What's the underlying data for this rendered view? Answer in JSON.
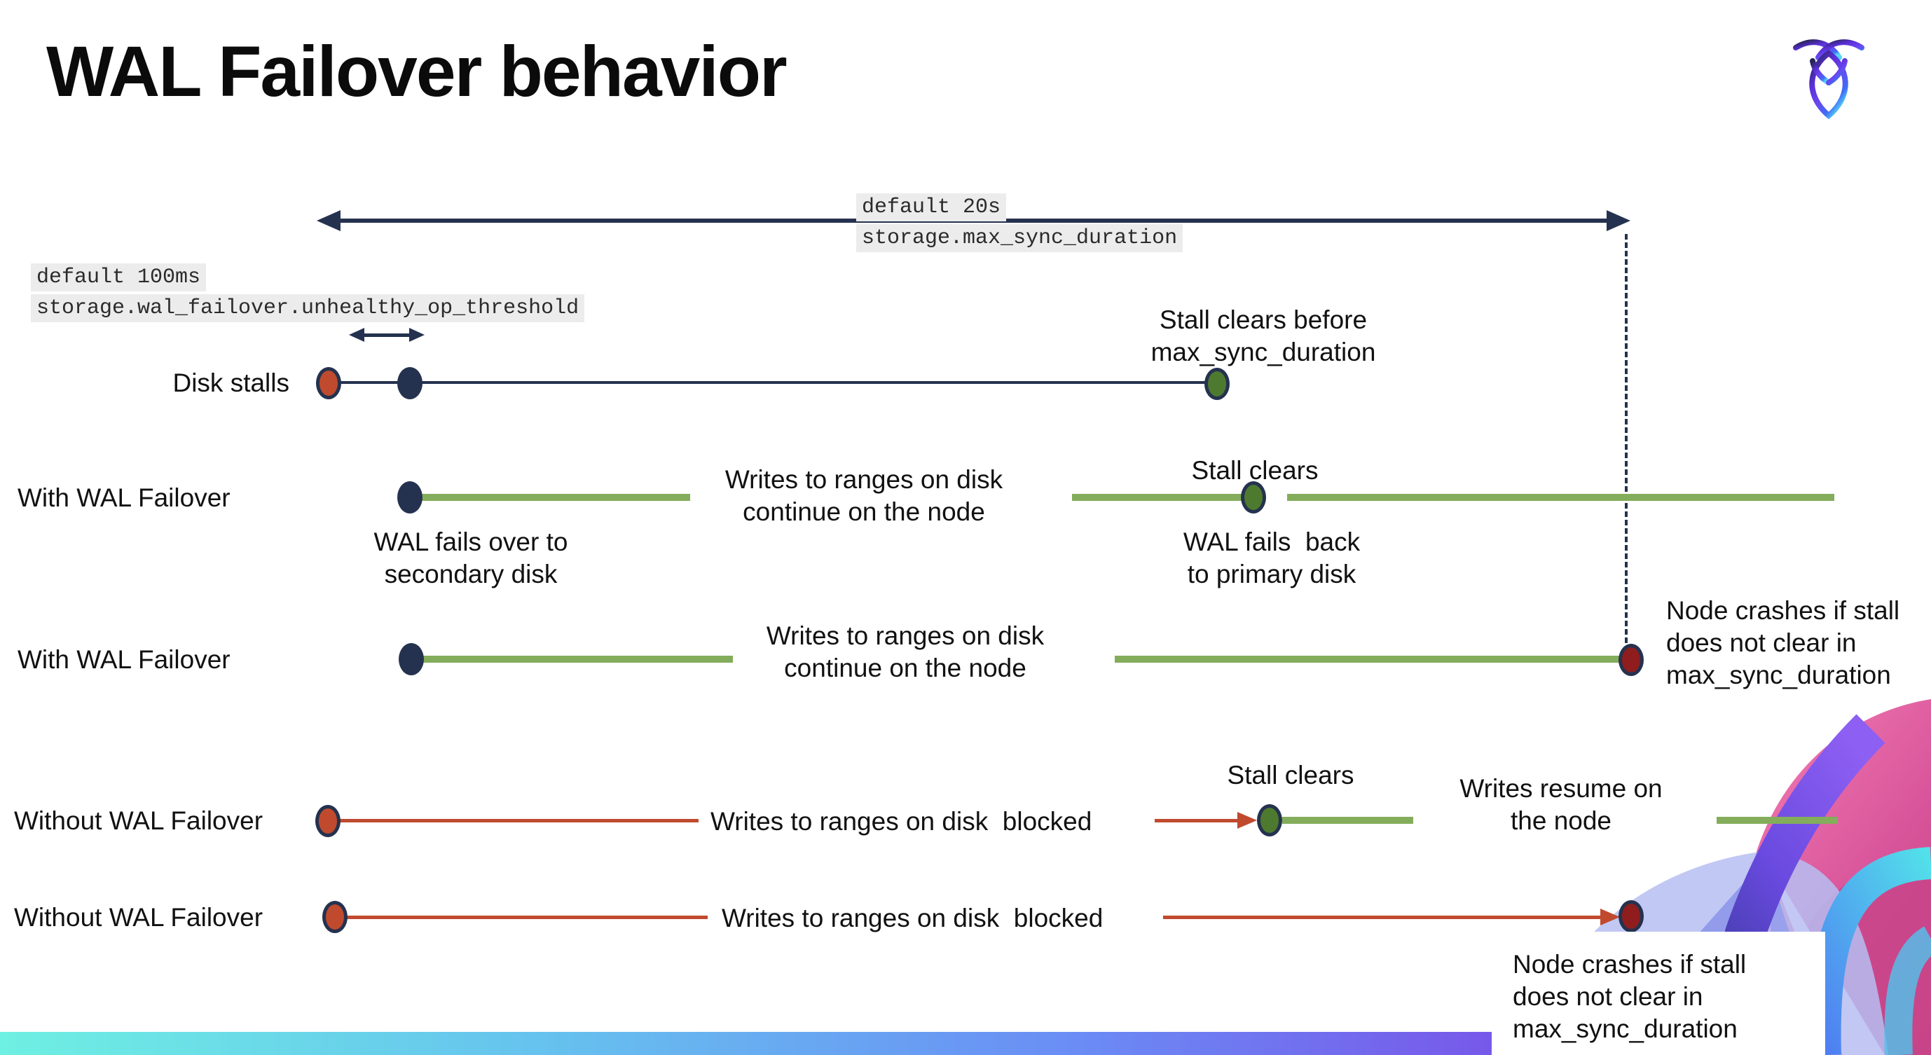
{
  "page": {
    "title": "WAL Failover behavior"
  },
  "brand": {
    "logo": "cockroachdb-logo",
    "decoration": "brand-arc-graphic"
  },
  "colors": {
    "navy": "#25324f",
    "green_line": "#84ad5b",
    "green_dot": "#4e7a2f",
    "red_orange": "#c04a2e",
    "dark_red": "#8f1d1d",
    "code_bg": "#ececec",
    "bar_gradient": [
      "#6ef0e2",
      "#6a8ef5",
      "#7a4de7",
      "#9b4ad9"
    ]
  },
  "callouts": {
    "max_sync_duration": {
      "line1": "default 20s",
      "line2": "storage.max_sync_duration"
    },
    "unhealthy_op_threshold": {
      "line1": "default 100ms",
      "line2": "storage.wal_failover.unhealthy_op_threshold"
    }
  },
  "rows": {
    "disk_stalls": {
      "label": "Disk stalls",
      "stall_clears_note": "Stall clears before\nmax_sync_duration"
    },
    "with_failover_recovers": {
      "label": "With WAL Failover",
      "failover_note": "WAL fails over to\nsecondary disk",
      "writes_note": "Writes to ranges on disk\ncontinue on the node",
      "stall_clears_note": "Stall clears",
      "failback_note": "WAL fails  back\nto primary disk"
    },
    "with_failover_crashes": {
      "label": "With WAL Failover",
      "writes_note": "Writes to ranges on disk\ncontinue on the node",
      "crash_note": "Node crashes if stall\ndoes not clear in\nmax_sync_duration"
    },
    "without_failover_recovers": {
      "label": "Without WAL Failover",
      "blocked_note": "Writes to ranges on disk  blocked",
      "stall_clears_note": "Stall clears",
      "resume_note": "Writes resume on\nthe node"
    },
    "without_failover_crashes": {
      "label": "Without WAL Failover",
      "blocked_note": "Writes to ranges on disk  blocked",
      "crash_note": "Node crashes if stall\ndoes not clear in\nmax_sync_duration"
    }
  }
}
